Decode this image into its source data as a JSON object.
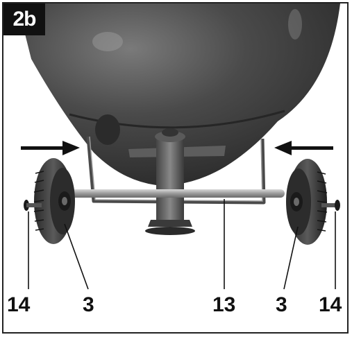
{
  "figure": {
    "badge": "2b",
    "labels": {
      "left_pin": "14",
      "left_wheel": "3",
      "axle": "13",
      "right_wheel": "3",
      "right_pin": "14"
    }
  },
  "colors": {
    "tank_dark": "#3a3a3a",
    "tank_mid": "#6a6a6a",
    "background_photo": "#ffffff",
    "badge_bg": "#111111"
  }
}
